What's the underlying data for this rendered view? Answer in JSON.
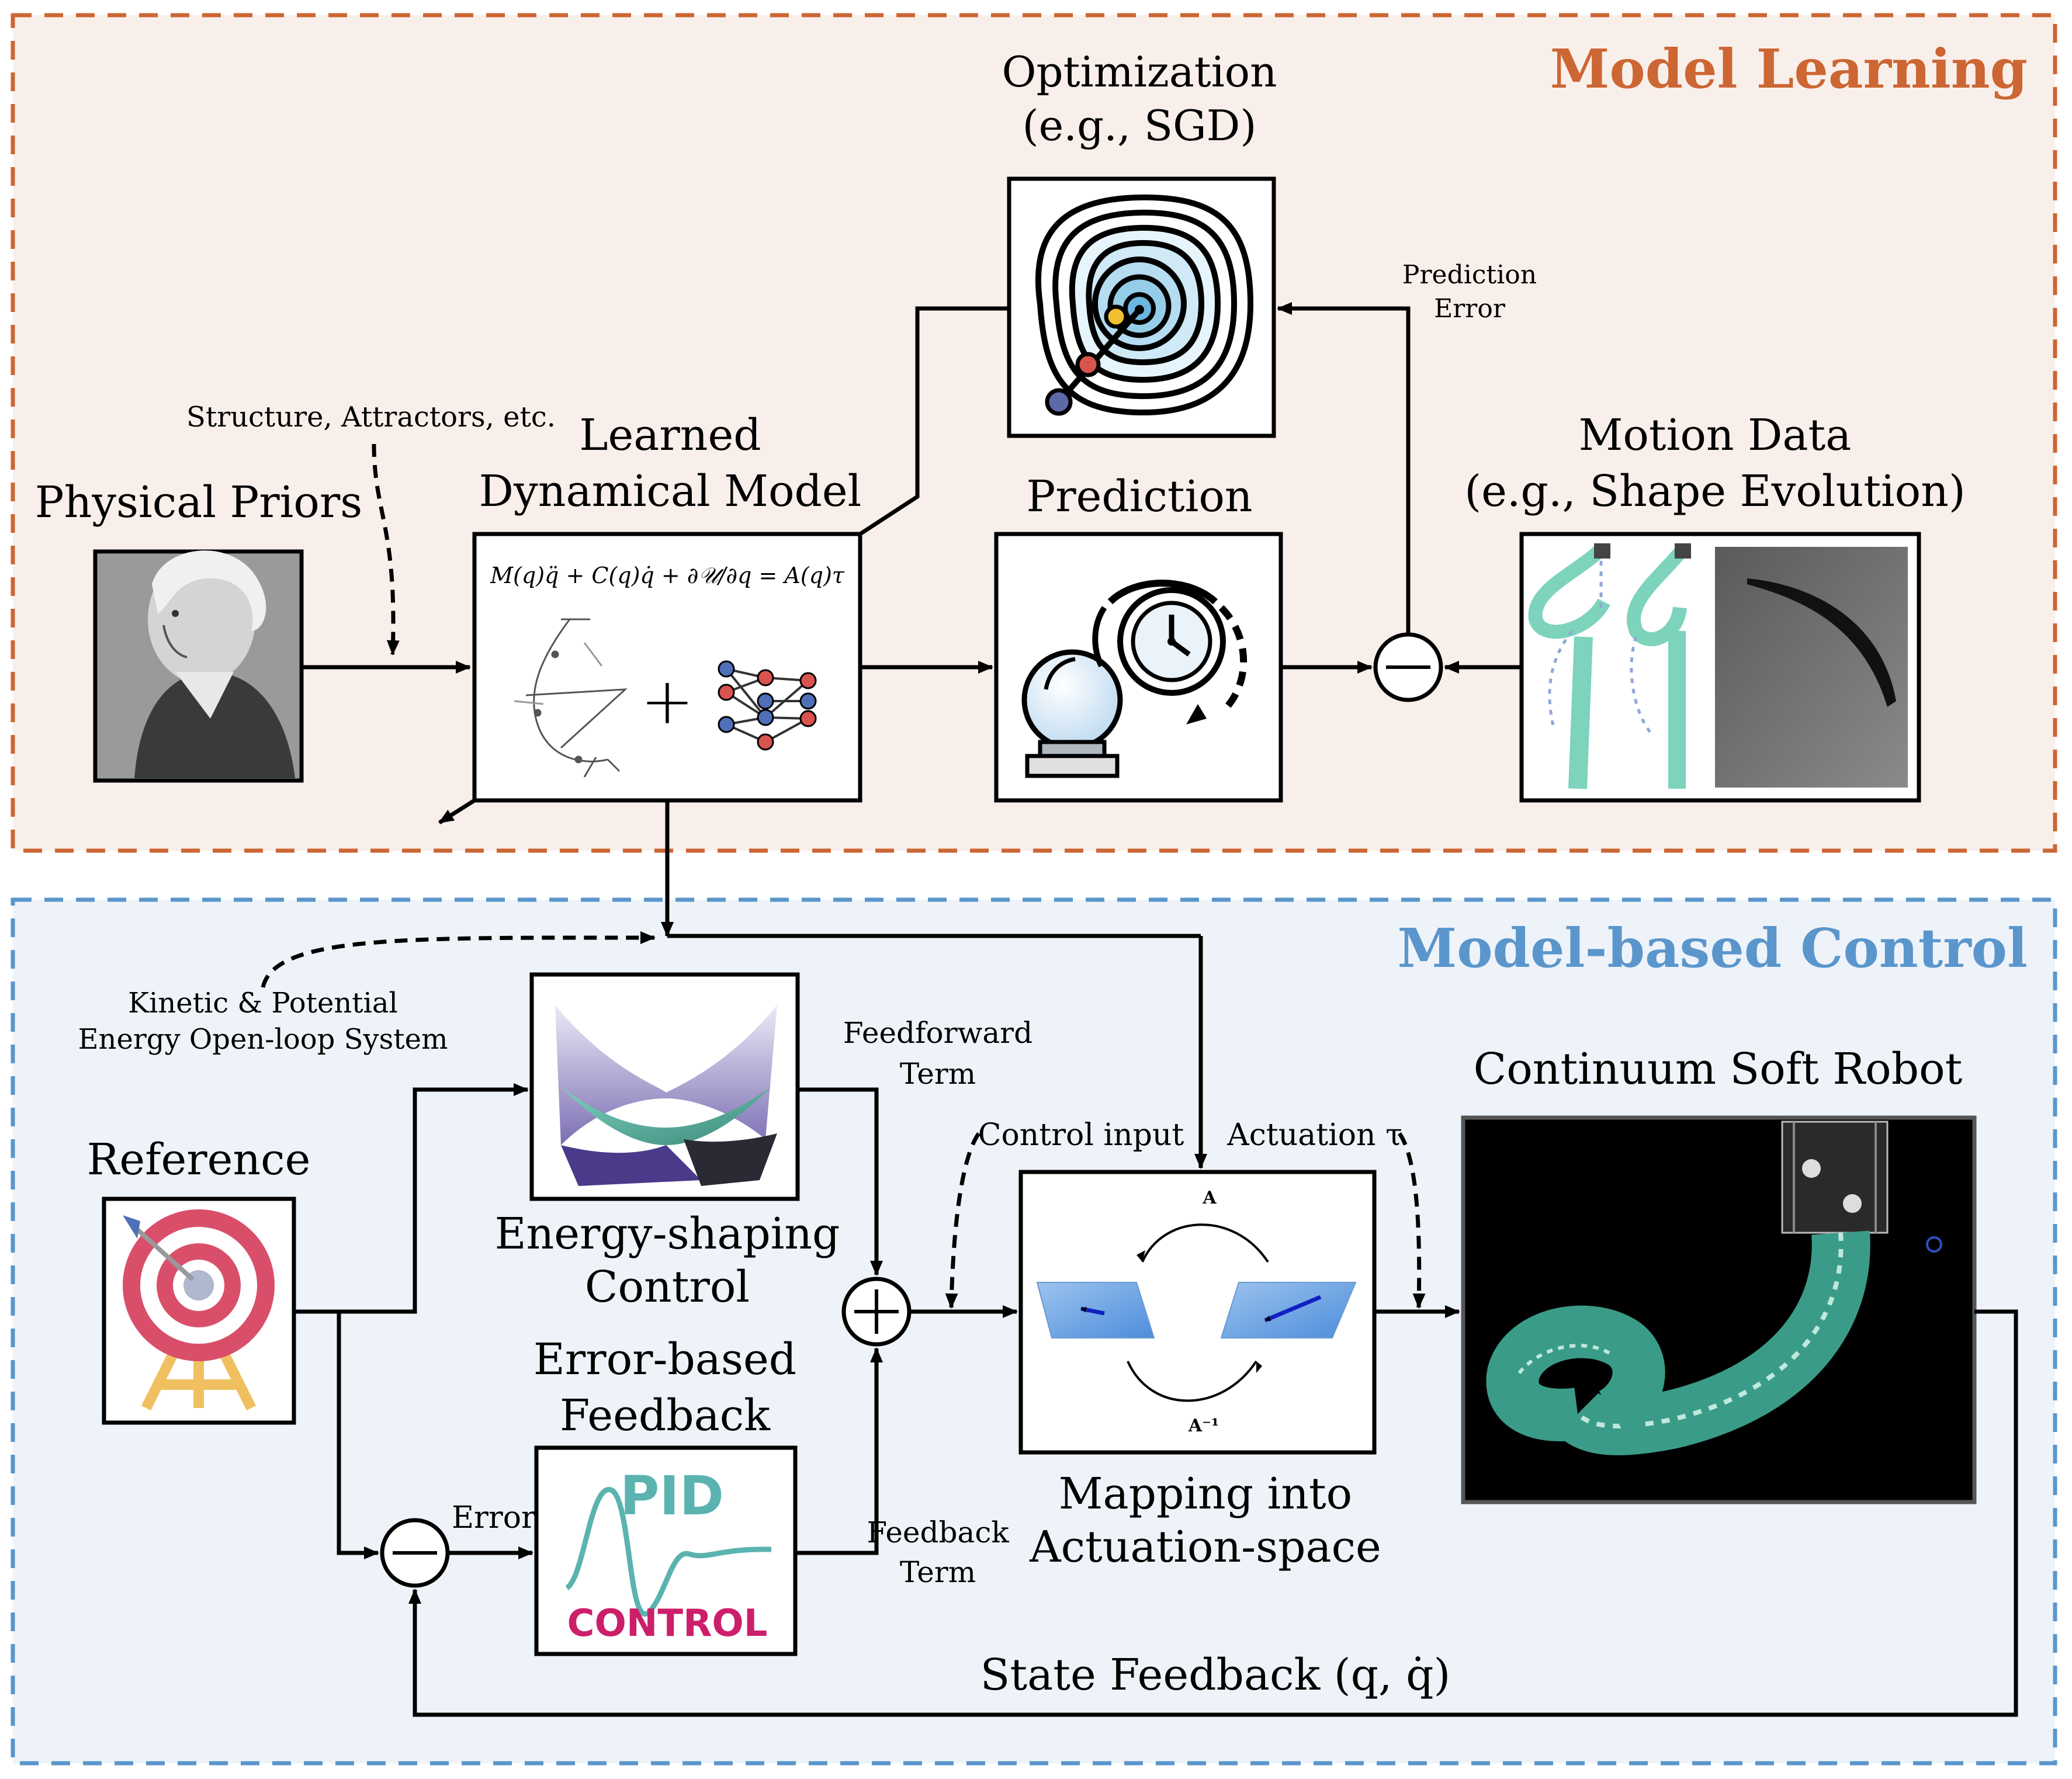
{
  "panels": {
    "learning": {
      "title": "Model Learning",
      "color": "#cc6633",
      "fill": "#f9efea"
    },
    "control": {
      "title": "Model-based Control",
      "color": "#5a96cc",
      "fill": "#eef3f9"
    }
  },
  "labels": {
    "optimization_l1": "Optimization",
    "optimization_l2": "(e.g., SGD)",
    "prediction_error_l1": "Prediction",
    "prediction_error_l2": "Error",
    "structure": "Structure, Attractors, etc.",
    "physical_priors": "Physical Priors",
    "learned_l1": "Learned",
    "learned_l2": "Dynamical Model",
    "equation": "M(q)q̈ + C(q)q̇ + ∂𝒰/∂q = A(q)τ",
    "prediction": "Prediction",
    "motion_l1": "Motion Data",
    "motion_l2": "(e.g., Shape Evolution)",
    "kinetic_l1": "Kinetic & Potential",
    "kinetic_l2": "Energy Open-loop System",
    "feedforward_l1": "Feedforward",
    "feedforward_l2": "Term",
    "control_input": "Control input",
    "actuation": "Actuation τ",
    "robot": "Continuum Soft Robot",
    "reference": "Reference",
    "energy_l1": "Energy-shaping",
    "energy_l2": "Control",
    "error_based_l1": "Error-based",
    "error_based_l2": "Feedback",
    "error": "Error",
    "pid_top": "PID",
    "pid_bottom": "CONTROL",
    "feedback_l1": "Feedback",
    "feedback_l2": "Term",
    "mapping_l1": "Mapping into",
    "mapping_l2": "Actuation-space",
    "state_feedback": "State Feedback (q, q̇)",
    "map_a": "A",
    "map_ainv": "A⁻¹"
  },
  "icons": {
    "optimization": "contour-descent-icon",
    "prediction": "crystal-ball-clock-icon",
    "priors": "scientist-portrait",
    "reference": "target-archery-icon",
    "energy": "energy-surface-plot",
    "pid": "pid-control-icon",
    "robot": "soft-robot-photo"
  }
}
